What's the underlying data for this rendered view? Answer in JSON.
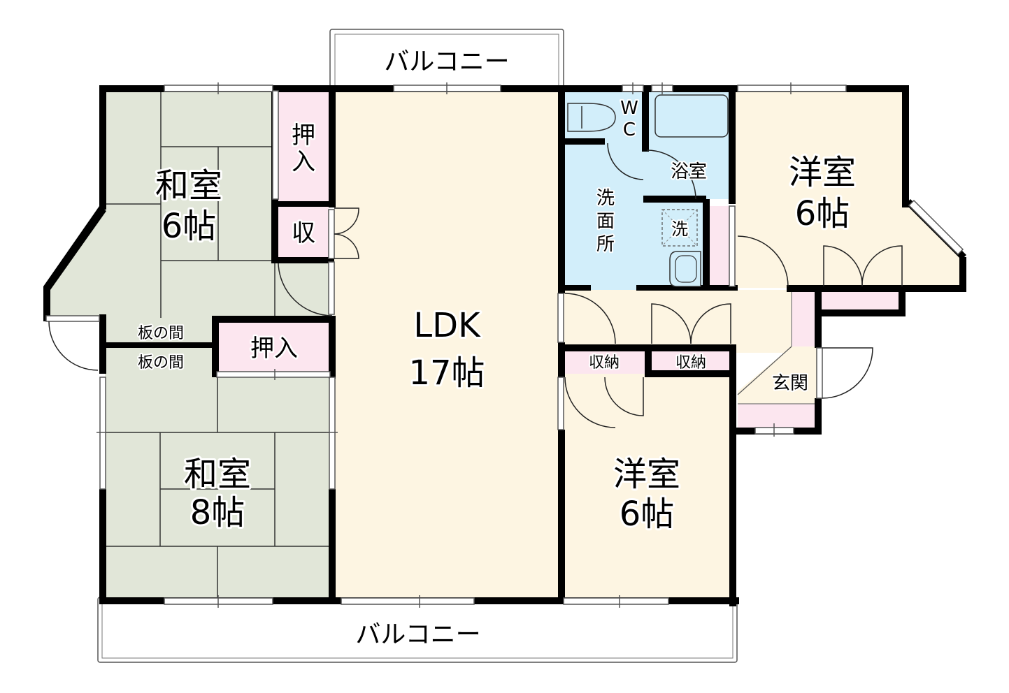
{
  "colors": {
    "washitsu": "#e1e6d8",
    "storage": "#fce6ef",
    "yoshitsu": "#fdf5e2",
    "wet": "#d2eefa",
    "wall": "#000000",
    "background": "#ffffff"
  },
  "balcony_top": {
    "label": "バルコニー"
  },
  "balcony_bottom": {
    "label": "バルコニー"
  },
  "rooms": {
    "washitsu_6": {
      "name": "和室",
      "size": "6帖"
    },
    "washitsu_8": {
      "name": "和室",
      "size": "8帖"
    },
    "ldk": {
      "name": "LDK",
      "size": "17帖"
    },
    "yoshitsu_ne": {
      "name": "洋室",
      "size": "6帖"
    },
    "yoshitsu_s": {
      "name": "洋室",
      "size": "6帖"
    },
    "oshiire_top": {
      "line1": "押",
      "line2": "入"
    },
    "shu": {
      "label": "収"
    },
    "oshiire_mid": {
      "label": "押入"
    },
    "itanoma_1": {
      "label": "板の間"
    },
    "itanoma_2": {
      "label": "板の間"
    },
    "wc": {
      "line1": "W",
      "line2": "C"
    },
    "bathroom": {
      "label": "浴室"
    },
    "washroom": {
      "line1": "洗",
      "line2": "面",
      "line3": "所"
    },
    "washer": {
      "label": "洗"
    },
    "shuno_1": {
      "label": "収納"
    },
    "shuno_2": {
      "label": "収納"
    },
    "genkan": {
      "label": "玄関"
    }
  }
}
